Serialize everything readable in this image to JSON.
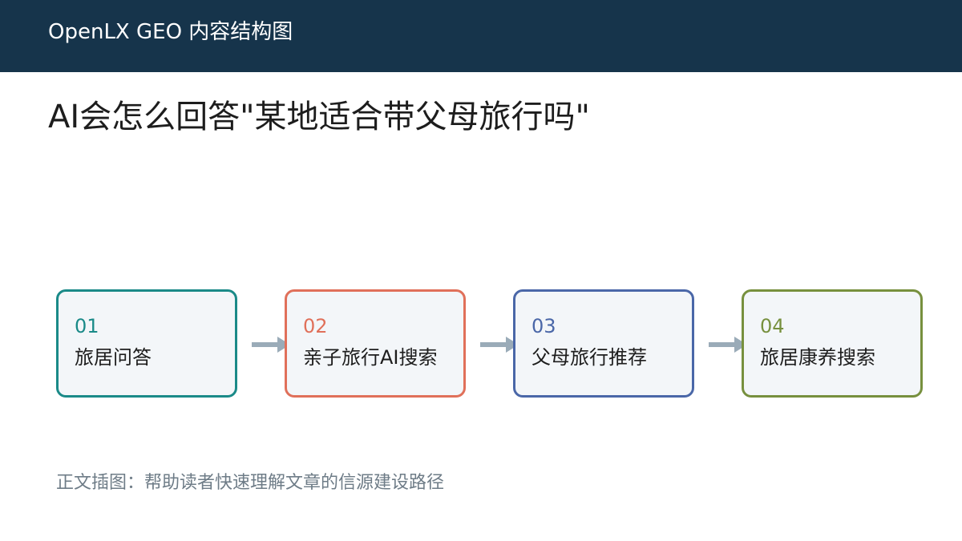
{
  "header": {
    "title": "OpenLX GEO 内容结构图"
  },
  "main": {
    "title": "AI会怎么回答\"某地适合带父母旅行吗\""
  },
  "steps": [
    {
      "num": "01",
      "label": "旅居问答",
      "color": "#1a8a88"
    },
    {
      "num": "02",
      "label": "亲子旅行AI搜索",
      "color": "#e0705a"
    },
    {
      "num": "03",
      "label": "父母旅行推荐",
      "color": "#4a67a8"
    },
    {
      "num": "04",
      "label": "旅居康养搜索",
      "color": "#77903e"
    }
  ],
  "arrow_color": "#9aabb8",
  "caption": "正文插图：帮助读者快速理解文章的信源建设路径"
}
